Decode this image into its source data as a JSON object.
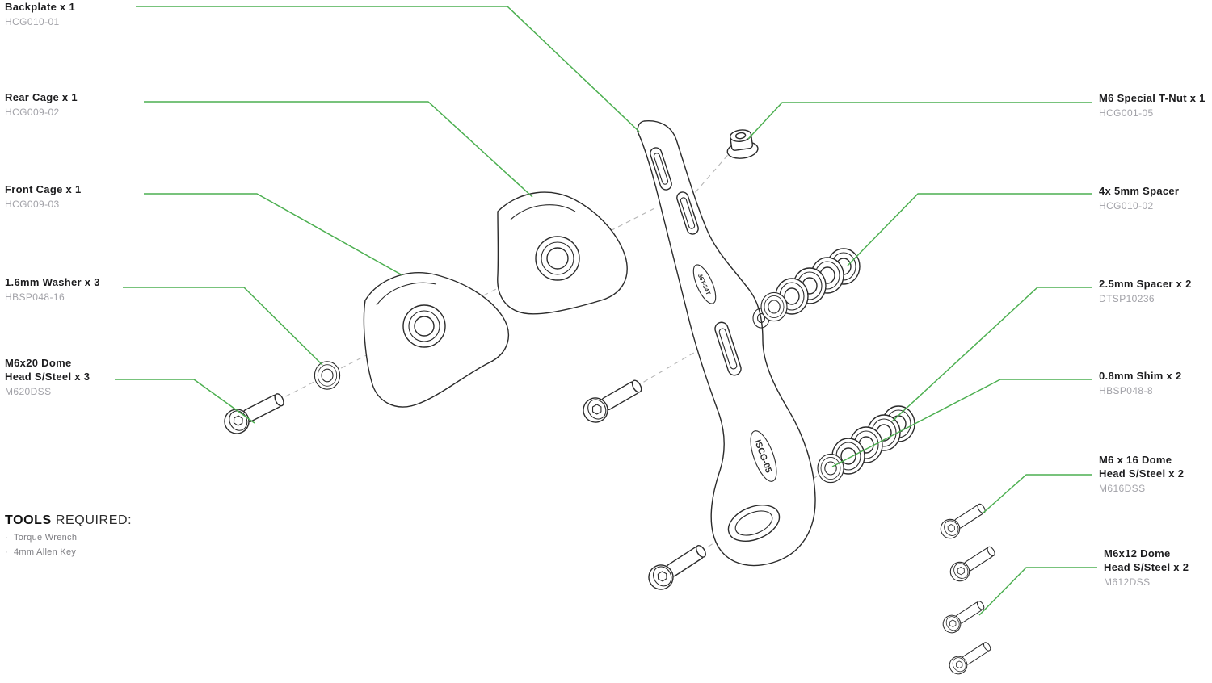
{
  "page": {
    "background": "#ffffff",
    "accent_green": "#4caf50",
    "code_gray": "#a2a2a8",
    "line_black": "#2b2b2b"
  },
  "labels_left": [
    {
      "title": "Backplate x 1",
      "code": "HCG010-01"
    },
    {
      "title": "Rear Cage x 1",
      "code": "HCG009-02"
    },
    {
      "title": "Front Cage x 1",
      "code": "HCG009-03"
    },
    {
      "title": "1.6mm Washer x 3",
      "code": "HBSP048-16"
    },
    {
      "title": "M6x20 Dome\nHead S/Steel x 3",
      "code": "M620DSS"
    }
  ],
  "labels_right": [
    {
      "title": "M6 Special T-Nut x 1",
      "code": "HCG001-05"
    },
    {
      "title": "4x 5mm Spacer",
      "code": "HCG010-02"
    },
    {
      "title": "2.5mm Spacer x 2",
      "code": "DTSP10236"
    },
    {
      "title": "0.8mm Shim x 2",
      "code": "HBSP048-8"
    },
    {
      "title": "M6 x 16 Dome\nHead S/Steel  x 2",
      "code": "M616DSS"
    },
    {
      "title": "M6x12 Dome\nHead S/Steel x 2",
      "code": "M612DSS"
    }
  ],
  "tools": {
    "heading_bold": "TOOLS",
    "heading_rest": " REQUIRED:",
    "items": [
      "Torque Wrench",
      "4mm Allen Key"
    ]
  },
  "diagram": {
    "backplate_engraving": "ISCG-05",
    "backplate_small_engraving": "36T-34T"
  }
}
